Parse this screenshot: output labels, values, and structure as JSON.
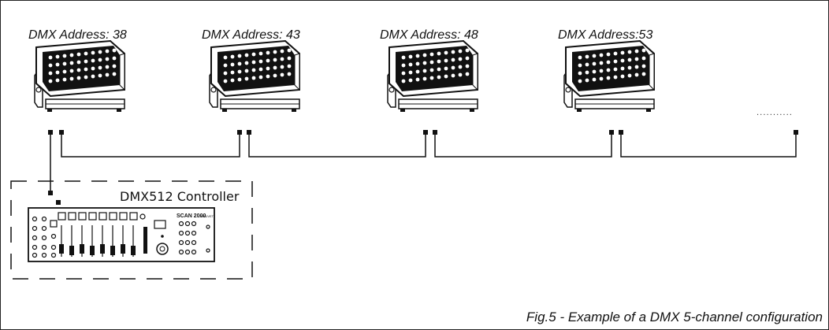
{
  "fixtures": [
    {
      "address_label": "DMX Address: 38"
    },
    {
      "address_label": "DMX Address: 43"
    },
    {
      "address_label": "DMX Address: 48"
    },
    {
      "address_label": "DMX Address:53"
    }
  ],
  "controller": {
    "label": "DMX512 Controller",
    "brand_text": "SCAN 2000",
    "brand_subtext": "CHAUVET"
  },
  "caption": "Fig.5 - Example of a DMX 5-channel configuration",
  "continuation": "..........."
}
